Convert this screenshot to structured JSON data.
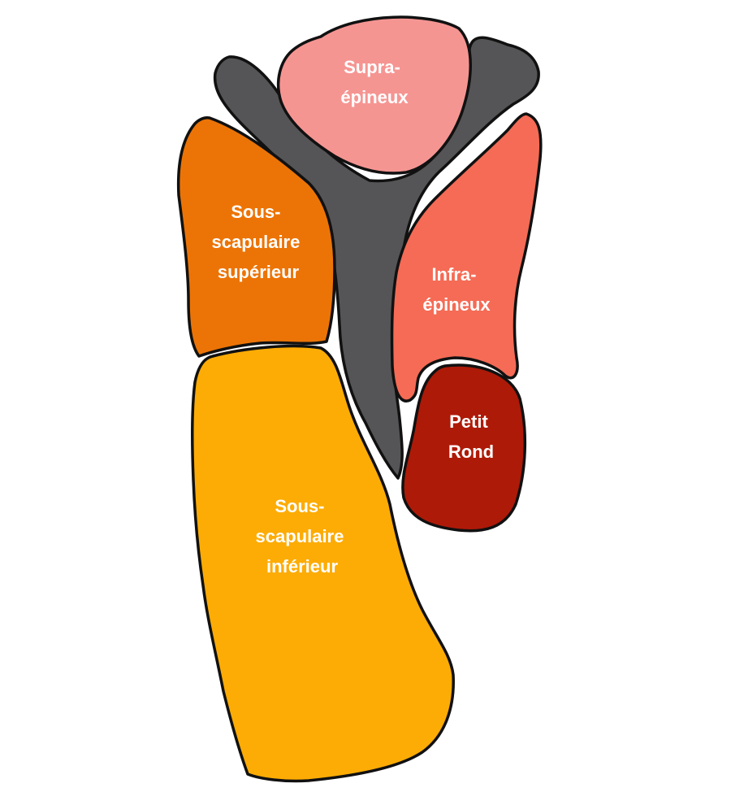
{
  "colors": {
    "bone": "#555557",
    "supra": "#f59592",
    "infra": "#f56b55",
    "petit_rond": "#ae1a08",
    "sous_sup": "#ec7406",
    "sous_inf": "#fdac05"
  },
  "regions": {
    "supra": {
      "line1": "Supra-",
      "line2": "épineux"
    },
    "infra": {
      "line1": "Infra-",
      "line2": "épineux"
    },
    "petit_rond": {
      "line1": "Petit",
      "line2": "Rond"
    },
    "sous_sup": {
      "line1": "Sous-",
      "line2": "scapulaire",
      "line3": "supérieur"
    },
    "sous_inf": {
      "line1": "Sous-",
      "line2": "scapulaire",
      "line3": "inférieur"
    }
  }
}
